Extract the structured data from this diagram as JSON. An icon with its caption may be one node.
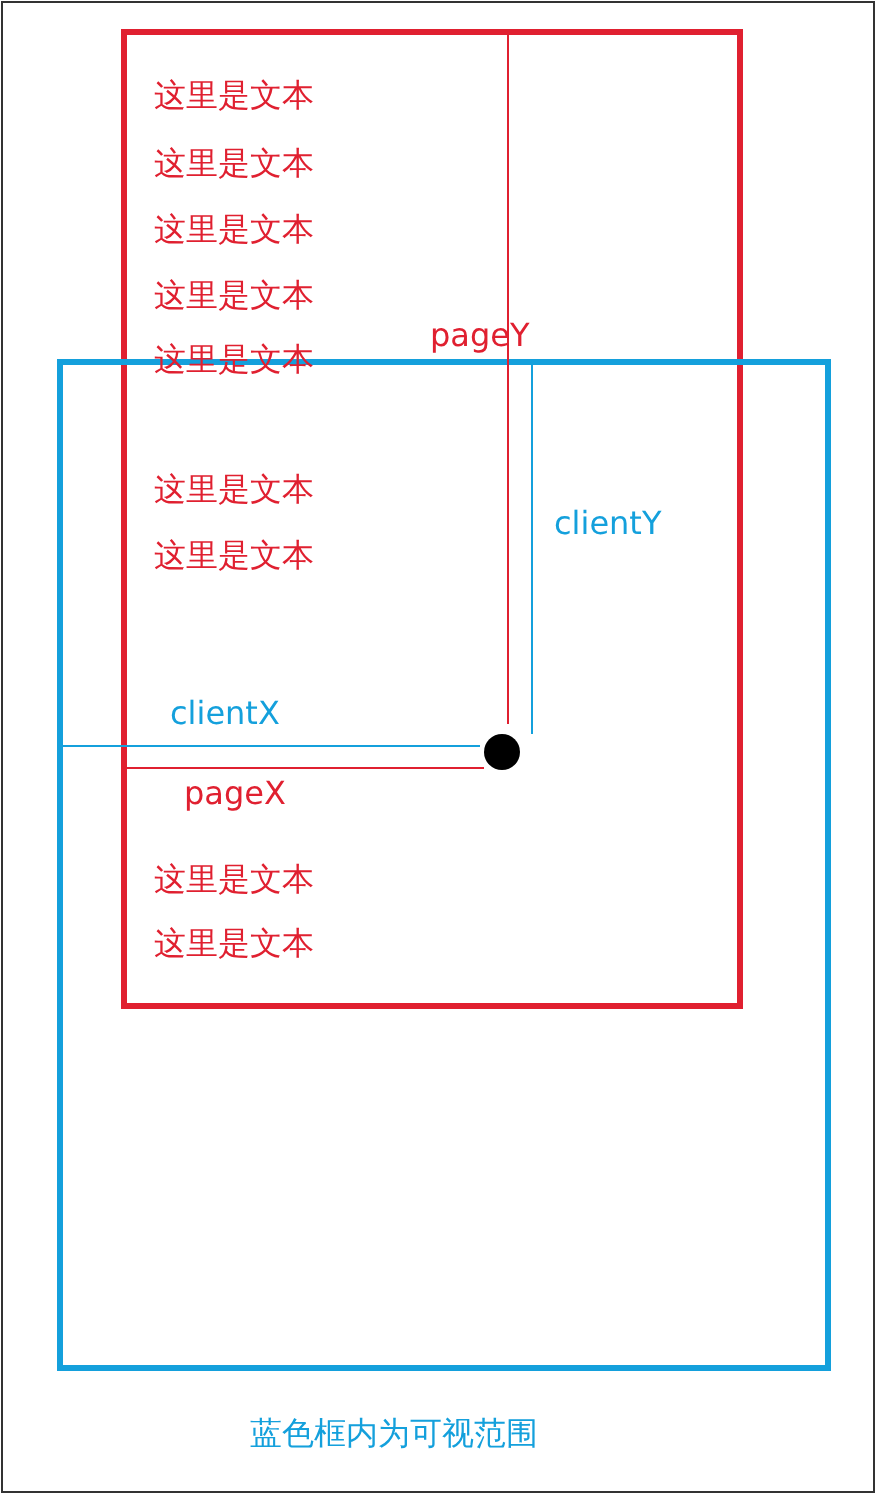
{
  "diagram": {
    "caption": "蓝色框内为可视范围",
    "labels": [
      "这里是文本",
      "这里是文本",
      "这里是文本",
      "这里是文本",
      "这里是文本",
      "pageY",
      "这里是文本",
      "这里是文本",
      "clientY",
      "clientX",
      "pageX",
      "这里是文本",
      "这里是文本"
    ]
  }
}
